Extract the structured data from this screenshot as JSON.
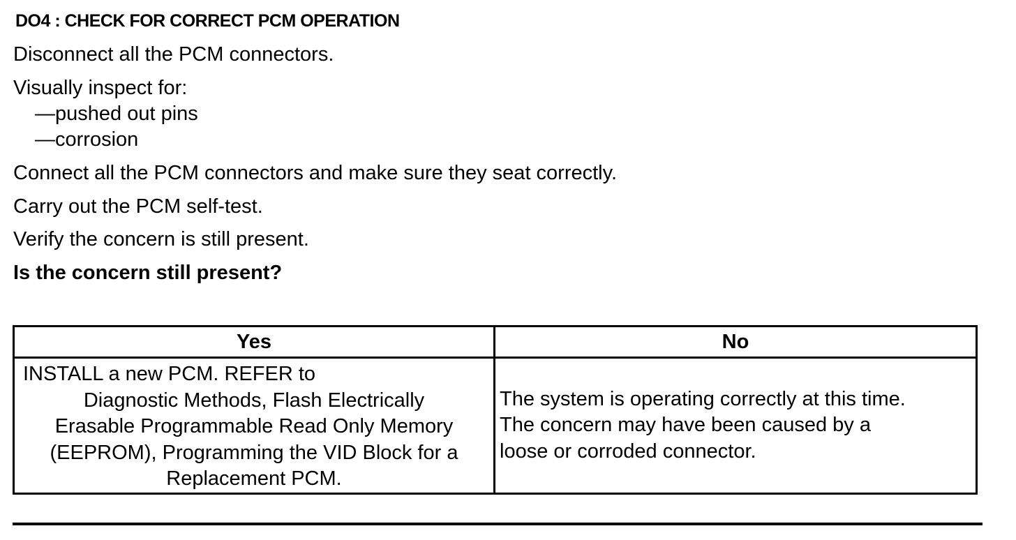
{
  "heading": "DO4 : CHECK FOR CORRECT PCM OPERATION",
  "steps": {
    "disconnect": "Disconnect all the PCM connectors.",
    "inspect": "Visually inspect for:",
    "inspect_items": [
      "—pushed out pins",
      "—corrosion"
    ],
    "connect": "Connect all the PCM connectors and make sure they seat correctly.",
    "selftest": "Carry out the PCM self-test.",
    "verify": "Verify the concern is still present.",
    "question": "Is the concern still present?"
  },
  "table": {
    "headers": [
      "Yes",
      "No"
    ],
    "yes_lines": [
      "INSTALL a new PCM.  REFER to",
      "Diagnostic Methods, Flash Electrically",
      "Erasable Programmable Read Only Memory",
      "(EEPROM), Programming the VID Block for a",
      "Replacement PCM."
    ],
    "no_lines": [
      "The system is operating correctly at this time.",
      "The concern may have been caused by a",
      "loose or corroded connector."
    ]
  }
}
